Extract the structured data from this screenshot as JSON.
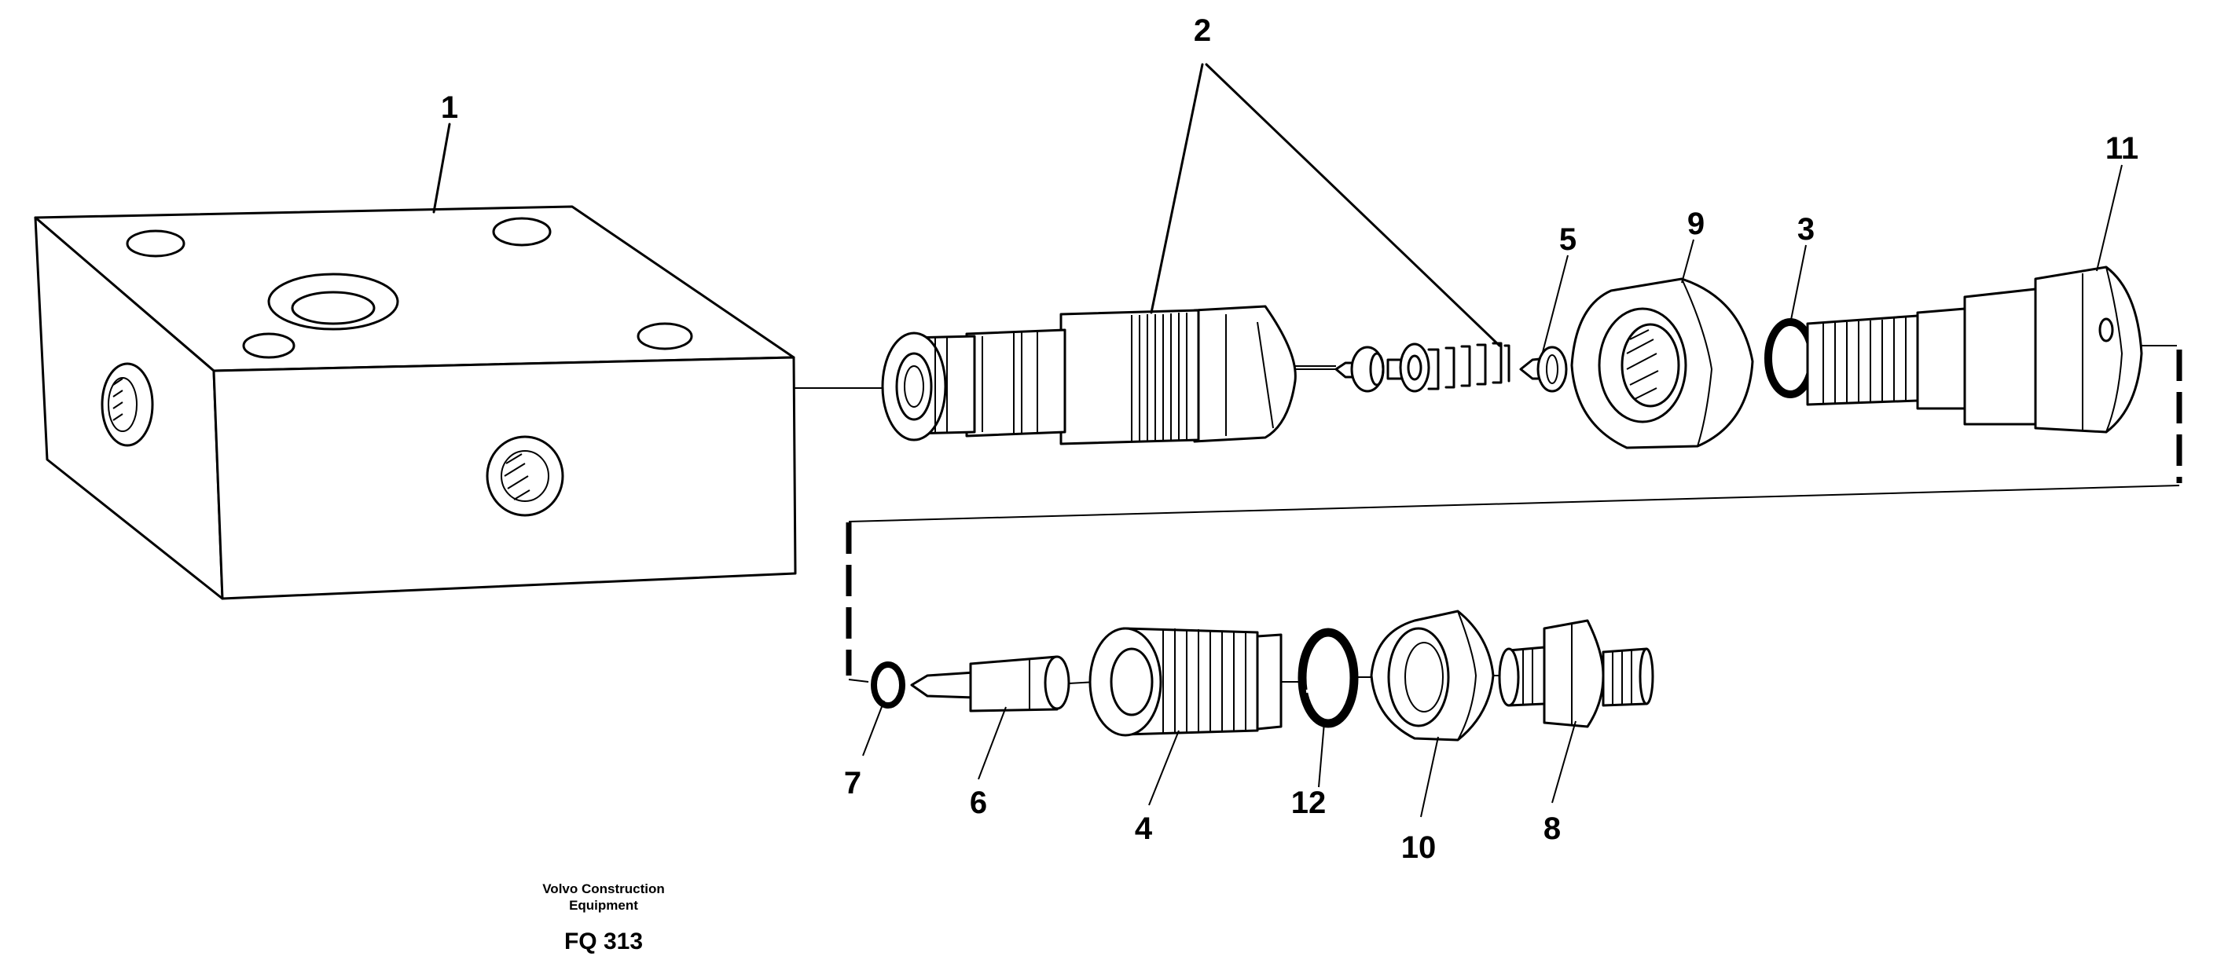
{
  "diagram": {
    "labels": {
      "p1": "1",
      "p2": "2",
      "p3": "3",
      "p4": "4",
      "p5": "5",
      "p6": "6",
      "p7": "7",
      "p8": "8",
      "p9": "9",
      "p10": "10",
      "p11": "11",
      "p12": "12"
    },
    "caption": {
      "line1": "Volvo Construction",
      "line2": "Equipment",
      "code": "FQ 313"
    }
  }
}
